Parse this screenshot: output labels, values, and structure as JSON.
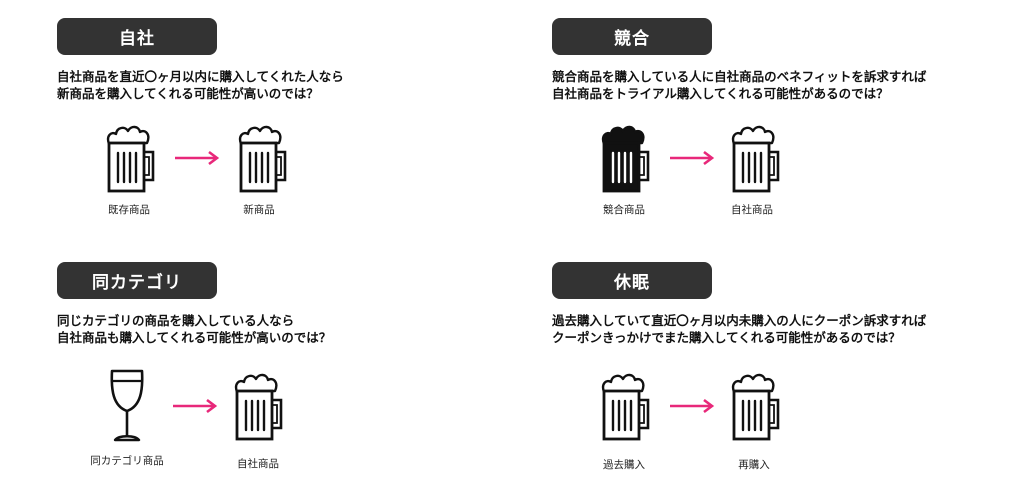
{
  "colors": {
    "pill_bg": "#333333",
    "arrow": "#e8287a",
    "icon": "#111111"
  },
  "quadrants": [
    {
      "id": "jisha",
      "title": "自社",
      "lines": [
        "自社商品を直近〇ヶ月以内に購入してくれた人なら",
        "新商品を購入してくれる可能性が高いのでは？"
      ],
      "from_icon": "beer-mug-outline-icon",
      "to_icon": "beer-mug-outline-icon",
      "from_label": "既存商品",
      "to_label": "新商品"
    },
    {
      "id": "kyogo",
      "title": "競合",
      "lines": [
        "競合商品を購入している人に自社商品のベネフィットを訴求すれば",
        "自社商品をトライアル購入してくれる可能性があるのでは？"
      ],
      "from_icon": "beer-mug-filled-icon",
      "to_icon": "beer-mug-outline-icon",
      "from_label": "競合商品",
      "to_label": "自社商品"
    },
    {
      "id": "category",
      "title": "同カテゴリ",
      "lines": [
        "同じカテゴリの商品を購入している人なら",
        "自社商品も購入してくれる可能性が高いのでは？"
      ],
      "from_icon": "wine-glass-icon",
      "to_icon": "beer-mug-outline-icon",
      "from_label": "同カテゴリ商品",
      "to_label": "自社商品"
    },
    {
      "id": "kyumin",
      "title": "休眠",
      "lines": [
        "過去購入していて直近〇ヶ月以内未購入の人にクーポン訴求すれば",
        "クーポンきっかけでまた購入してくれる可能性があるのでは？"
      ],
      "from_icon": "beer-mug-outline-icon",
      "to_icon": "beer-mug-outline-icon",
      "from_label": "過去購入",
      "to_label": "再購入"
    }
  ]
}
